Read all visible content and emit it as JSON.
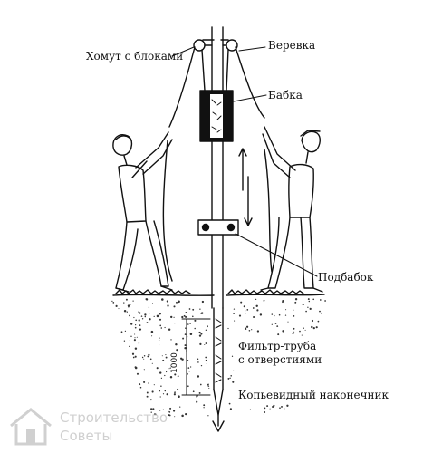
{
  "labels": {
    "clamp": "Хомут с блоками",
    "rope": "Веревка",
    "weight": "Бабка",
    "support": "Подбабок",
    "filter_l1": "Фильтр-труба",
    "filter_l2": "с отверстиями",
    "tip": "Копьевидный наконечник"
  },
  "dimension": "1000",
  "watermark": {
    "line1": "Строительство",
    "line2": "Советы"
  },
  "colors": {
    "ink": "#111111",
    "watermark": "#d0d0d0"
  }
}
